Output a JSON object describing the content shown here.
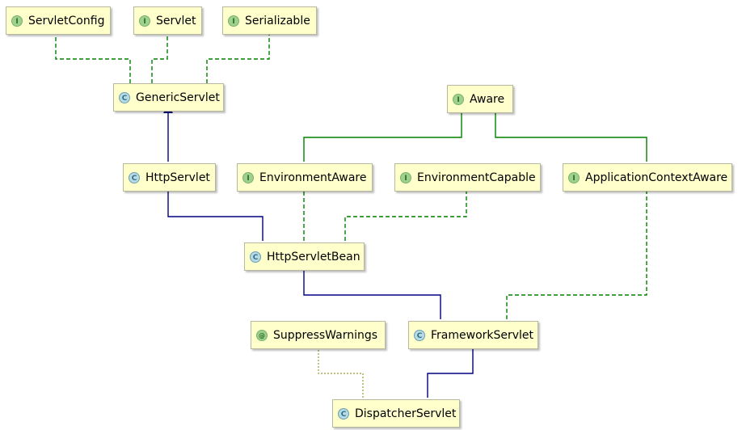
{
  "nodes": {
    "servlet_config": {
      "label": "ServletConfig",
      "badge": "I"
    },
    "servlet": {
      "label": "Servlet",
      "badge": "I"
    },
    "serializable": {
      "label": "Serializable",
      "badge": "I"
    },
    "generic_servlet": {
      "label": "GenericServlet",
      "badge": "C"
    },
    "aware": {
      "label": "Aware",
      "badge": "I"
    },
    "http_servlet": {
      "label": "HttpServlet",
      "badge": "C"
    },
    "environment_aware": {
      "label": "EnvironmentAware",
      "badge": "I"
    },
    "environment_capable": {
      "label": "EnvironmentCapable",
      "badge": "I"
    },
    "app_context_aware": {
      "label": "ApplicationContextAware",
      "badge": "I"
    },
    "http_servlet_bean": {
      "label": "HttpServletBean",
      "badge": "C"
    },
    "suppress_warnings": {
      "label": "SuppressWarnings",
      "badge": "@"
    },
    "framework_servlet": {
      "label": "FrameworkServlet",
      "badge": "C"
    },
    "dispatcher_servlet": {
      "label": "DispatcherServlet",
      "badge": "C"
    }
  },
  "colors": {
    "extends": "#000080",
    "implements": "#008000",
    "annotation": "#999933"
  }
}
